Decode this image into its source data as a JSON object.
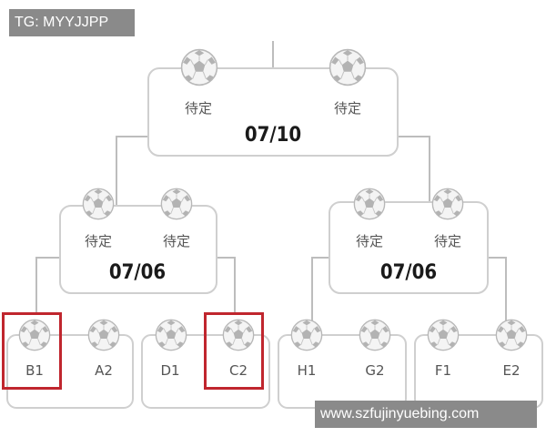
{
  "watermarks": {
    "top_left": "TG: MYYJJPP",
    "bottom_right": "www.szfujinyuebing.com"
  },
  "final": {
    "date": "07/10",
    "slots": [
      "待定",
      "待定"
    ]
  },
  "semifinals": [
    {
      "date": "07/06",
      "slots": [
        "待定",
        "待定"
      ]
    },
    {
      "date": "07/06",
      "slots": [
        "待定",
        "待定"
      ]
    }
  ],
  "quarterfinal_teams": [
    "B1",
    "A2",
    "D1",
    "C2",
    "H1",
    "G2",
    "F1",
    "E2"
  ],
  "highlighted_teams": [
    "B1",
    "C2"
  ],
  "colors": {
    "box_border": "#cfcfcf",
    "connector": "#bdbdbd",
    "highlight": "#c0262e",
    "watermark_bg": "#8a8a8a"
  },
  "icons": {
    "slot": "soccer-ball-icon"
  }
}
